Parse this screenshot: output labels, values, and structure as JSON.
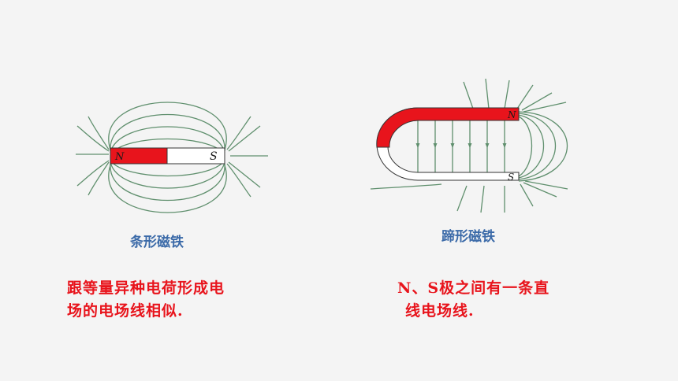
{
  "bar_magnet": {
    "north_label": "N",
    "south_label": "S",
    "caption": "条形磁铁",
    "description_line1": "跟等量异种电荷形成电",
    "description_line2": "场的电场线相似."
  },
  "horseshoe_magnet": {
    "north_label": "N",
    "south_label": "S",
    "caption": "蹄形磁铁",
    "description_line1": "N、S极之间有一条直",
    "description_line2": "线电场线."
  },
  "colors": {
    "field_line": "#5f8f6d",
    "magnet_red": "#e8141c",
    "caption_blue": "#3b6aa8",
    "text_red": "#e8141c"
  }
}
